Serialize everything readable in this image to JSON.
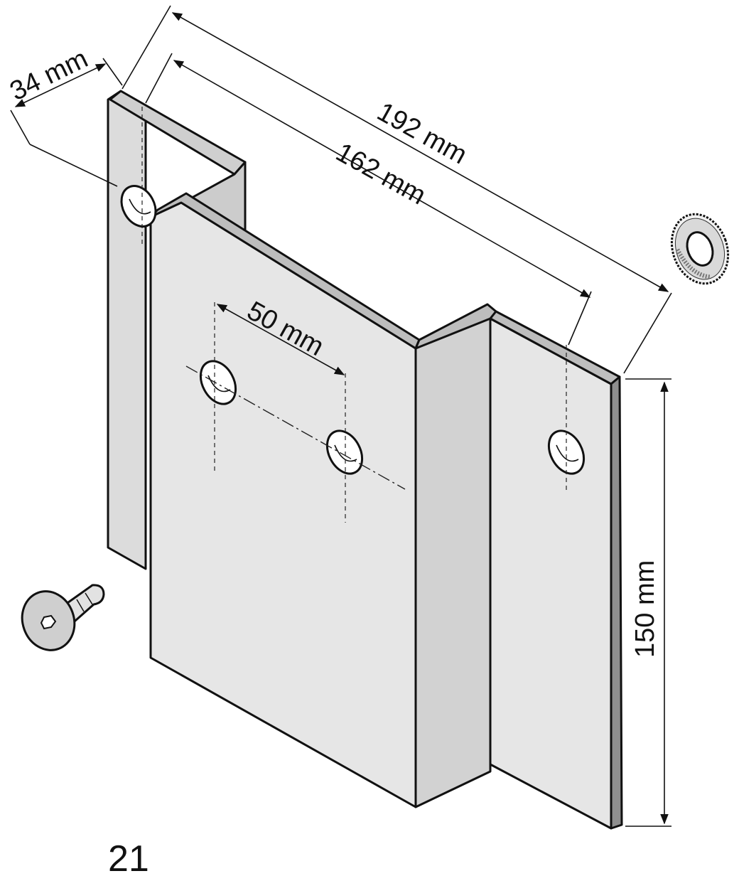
{
  "figure_number": "21",
  "dimensions": {
    "depth": "34 mm",
    "overall_width": "192 mm",
    "inner_width": "162 mm",
    "hole_spacing": "50 mm",
    "height": "150 mm"
  },
  "colors": {
    "line": "#111111",
    "face_light": "#e4e4e4",
    "face_mid": "#d6d6d6",
    "face_dark": "#c8c8c8",
    "edge": "#9a9a9a"
  },
  "icons": {
    "screw": "hex-socket-screw-icon",
    "washer": "serrated-lock-washer-icon"
  }
}
